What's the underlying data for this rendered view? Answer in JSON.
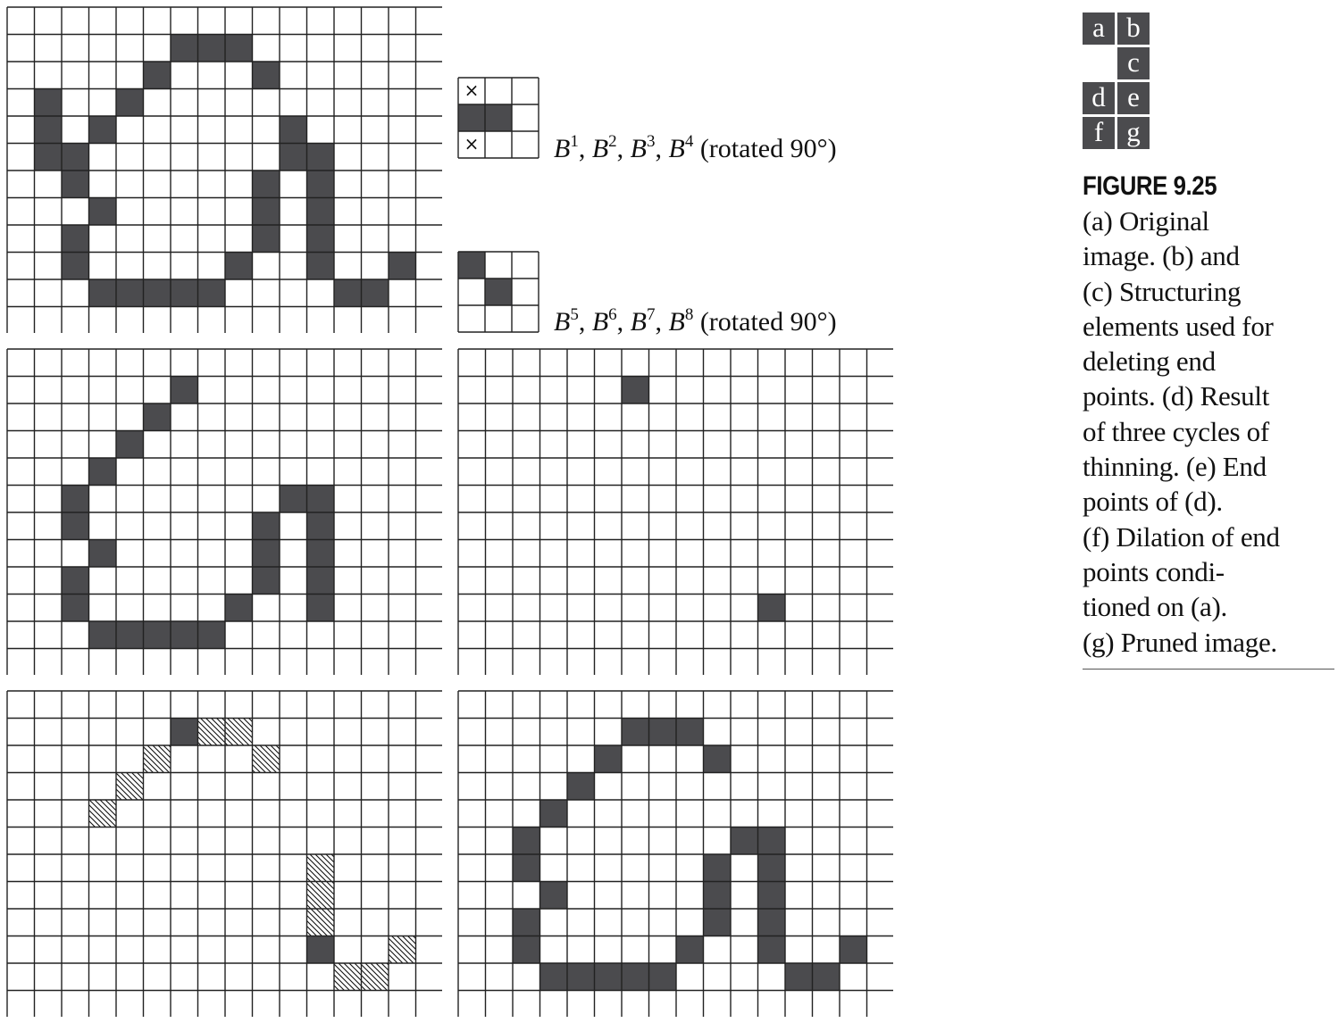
{
  "figure": {
    "number": "FIGURE 9.25",
    "caption_lines": [
      "(a) Original",
      "image. (b) and",
      "(c) Structuring",
      "elements used for",
      "deleting end",
      "points. (d) Result",
      "of three cycles of",
      "thinning. (e) End",
      "points of (d).",
      "(f) Dilation of end",
      "points condi-",
      "tioned on (a).",
      "(g) Pruned image."
    ],
    "panel_letters": [
      "a",
      "b",
      "c",
      "d",
      "e",
      "f",
      "g"
    ]
  },
  "grid_size": {
    "rows": 12,
    "cols": 16
  },
  "colors": {
    "filled": "#4b4b4e",
    "line": "#222222",
    "background": "#ffffff"
  },
  "panels": {
    "a": {
      "filled": [
        [
          1,
          6
        ],
        [
          1,
          7
        ],
        [
          1,
          8
        ],
        [
          2,
          5
        ],
        [
          2,
          9
        ],
        [
          3,
          1
        ],
        [
          3,
          4
        ],
        [
          4,
          1
        ],
        [
          4,
          3
        ],
        [
          4,
          10
        ],
        [
          5,
          1
        ],
        [
          5,
          2
        ],
        [
          5,
          10
        ],
        [
          5,
          11
        ],
        [
          6,
          2
        ],
        [
          6,
          9
        ],
        [
          6,
          11
        ],
        [
          7,
          3
        ],
        [
          7,
          9
        ],
        [
          7,
          11
        ],
        [
          8,
          2
        ],
        [
          8,
          9
        ],
        [
          8,
          11
        ],
        [
          9,
          2
        ],
        [
          9,
          8
        ],
        [
          9,
          11
        ],
        [
          9,
          14
        ],
        [
          10,
          3
        ],
        [
          10,
          4
        ],
        [
          10,
          5
        ],
        [
          10,
          6
        ],
        [
          10,
          7
        ],
        [
          10,
          12
        ],
        [
          10,
          13
        ]
      ],
      "hatched": []
    },
    "d": {
      "filled": [
        [
          1,
          6
        ],
        [
          2,
          5
        ],
        [
          3,
          4
        ],
        [
          4,
          3
        ],
        [
          5,
          2
        ],
        [
          5,
          10
        ],
        [
          5,
          11
        ],
        [
          6,
          2
        ],
        [
          6,
          9
        ],
        [
          6,
          11
        ],
        [
          7,
          3
        ],
        [
          7,
          9
        ],
        [
          7,
          11
        ],
        [
          8,
          2
        ],
        [
          8,
          9
        ],
        [
          8,
          11
        ],
        [
          9,
          2
        ],
        [
          9,
          8
        ],
        [
          9,
          11
        ],
        [
          10,
          3
        ],
        [
          10,
          4
        ],
        [
          10,
          5
        ],
        [
          10,
          6
        ],
        [
          10,
          7
        ]
      ],
      "hatched": []
    },
    "e": {
      "filled": [
        [
          1,
          6
        ],
        [
          9,
          11
        ]
      ],
      "hatched": []
    },
    "f": {
      "filled": [
        [
          1,
          6
        ],
        [
          9,
          11
        ]
      ],
      "hatched": [
        [
          1,
          7
        ],
        [
          1,
          8
        ],
        [
          2,
          5
        ],
        [
          2,
          9
        ],
        [
          3,
          4
        ],
        [
          4,
          3
        ],
        [
          6,
          11
        ],
        [
          7,
          11
        ],
        [
          8,
          11
        ],
        [
          9,
          14
        ],
        [
          10,
          12
        ],
        [
          10,
          13
        ]
      ]
    },
    "g": {
      "filled": [
        [
          1,
          6
        ],
        [
          1,
          7
        ],
        [
          1,
          8
        ],
        [
          2,
          5
        ],
        [
          2,
          9
        ],
        [
          3,
          4
        ],
        [
          4,
          3
        ],
        [
          5,
          2
        ],
        [
          5,
          10
        ],
        [
          5,
          11
        ],
        [
          6,
          2
        ],
        [
          6,
          9
        ],
        [
          6,
          11
        ],
        [
          7,
          3
        ],
        [
          7,
          9
        ],
        [
          7,
          11
        ],
        [
          8,
          2
        ],
        [
          8,
          9
        ],
        [
          8,
          11
        ],
        [
          9,
          2
        ],
        [
          9,
          8
        ],
        [
          9,
          11
        ],
        [
          9,
          14
        ],
        [
          10,
          3
        ],
        [
          10,
          4
        ],
        [
          10,
          5
        ],
        [
          10,
          6
        ],
        [
          10,
          7
        ],
        [
          10,
          12
        ],
        [
          10,
          13
        ]
      ],
      "hatched": []
    }
  },
  "structuring_elements": {
    "b": {
      "label_parts": [
        {
          "t": "B",
          "i": true
        },
        {
          "t": "1",
          "s": true
        },
        {
          "t": ", "
        },
        {
          "t": "B",
          "i": true
        },
        {
          "t": "2",
          "s": true
        },
        {
          "t": ", "
        },
        {
          "t": "B",
          "i": true
        },
        {
          "t": "3",
          "s": true
        },
        {
          "t": ", "
        },
        {
          "t": "B",
          "i": true
        },
        {
          "t": "4",
          "s": true
        },
        {
          "t": " (rotated 90°)"
        }
      ],
      "filled": [
        [
          1,
          0
        ],
        [
          1,
          1
        ]
      ],
      "dont_care": [
        [
          0,
          0
        ],
        [
          2,
          0
        ]
      ],
      "dont_care_symbol": "×"
    },
    "c": {
      "label_parts": [
        {
          "t": "B",
          "i": true
        },
        {
          "t": "5",
          "s": true
        },
        {
          "t": ", "
        },
        {
          "t": "B",
          "i": true
        },
        {
          "t": "6",
          "s": true
        },
        {
          "t": ", "
        },
        {
          "t": "B",
          "i": true
        },
        {
          "t": "7",
          "s": true
        },
        {
          "t": ", "
        },
        {
          "t": "B",
          "i": true
        },
        {
          "t": "8",
          "s": true
        },
        {
          "t": " (rotated 90°)"
        }
      ],
      "filled": [
        [
          0,
          0
        ],
        [
          1,
          1
        ]
      ],
      "dont_care": [],
      "dont_care_symbol": "×"
    }
  }
}
